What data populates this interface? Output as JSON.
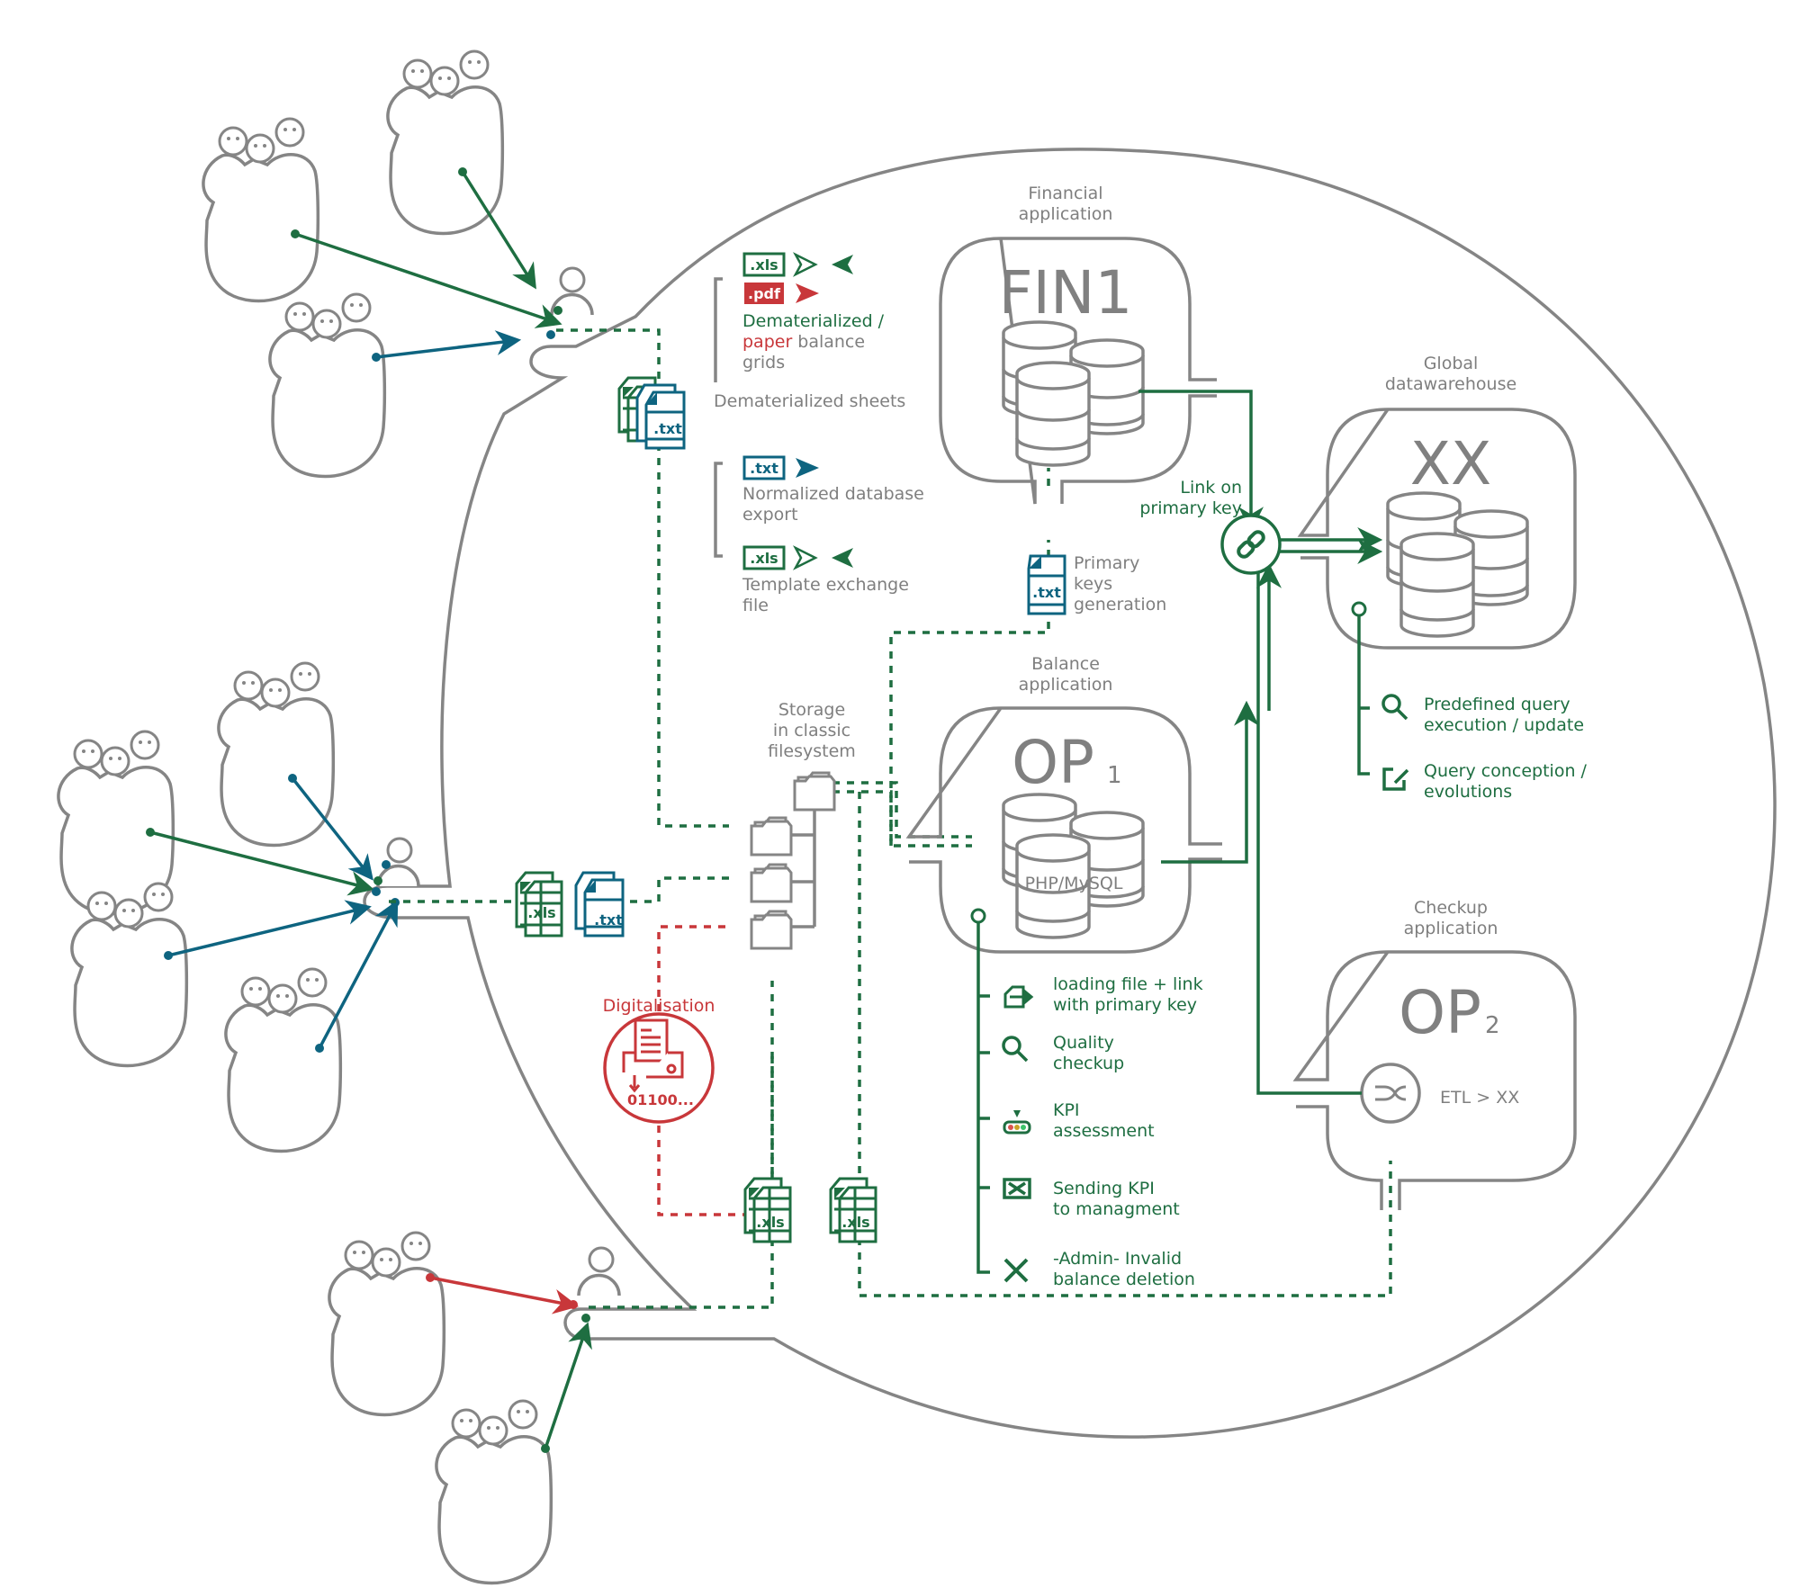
{
  "colors": {
    "green": "#1e6e41",
    "blue": "#0e6480",
    "red": "#c8373a",
    "gray": "#858585",
    "kpi_red": "#d9534f",
    "kpi_yellow": "#c9a227",
    "kpi_green": "#3cc36a"
  },
  "legend": {
    "group_label": "Dematerialized sheets",
    "items": [
      {
        "badges": [
          ".xls",
          ".pdf"
        ],
        "label_part1": "Dematerialized /",
        "label_part2_red": "paper",
        "label_part3": "balance",
        "label_part4": "grids"
      },
      {
        "badges": [
          ".txt"
        ],
        "label_line1": "Normalized database",
        "label_line2": "export"
      },
      {
        "badges": [
          ".xls"
        ],
        "label_line1": "Template exchange",
        "label_line2": "file"
      }
    ]
  },
  "apps": {
    "fin": {
      "caption_line1": "Financial",
      "caption_line2": "application",
      "title": "FIN1"
    },
    "xx": {
      "caption_line1": "Global",
      "caption_line2": "datawarehouse",
      "title": "XX"
    },
    "op1": {
      "caption_line1": "Balance",
      "caption_line2": "application",
      "title": "OP",
      "subscript": "1",
      "db_label": "PHP/MySQL"
    },
    "op2": {
      "caption_line1": "Checkup",
      "caption_line2": "application",
      "title": "OP",
      "subscript": "2",
      "etl_label": "ETL > XX"
    }
  },
  "link": {
    "line1": "Link on",
    "line2": "primary key"
  },
  "primary_keys": {
    "badge": ".txt",
    "line1": "Primary",
    "line2": "keys",
    "line3": "generation"
  },
  "storage": {
    "line1": "Storage",
    "line2": "in classic",
    "line3": "filesystem"
  },
  "digitalisation": {
    "label": "Digitalisation",
    "binary": "01100..."
  },
  "file_badges": {
    "xls": ".xls",
    "txt": ".txt"
  },
  "op1_features": [
    {
      "icon": "upload-file-icon",
      "line1": "loading file + link",
      "line2": "with primary key"
    },
    {
      "icon": "magnifier-icon",
      "line1": "Quality",
      "line2": "checkup"
    },
    {
      "icon": "traffic-light-icon",
      "line1": "KPI",
      "line2": "assessment"
    },
    {
      "icon": "envelope-icon",
      "line1": "Sending KPI",
      "line2": "to managment"
    },
    {
      "icon": "delete-x-icon",
      "line1": "-Admin- Invalid",
      "line2": "balance deletion"
    }
  ],
  "xx_features": [
    {
      "icon": "magnifier-icon",
      "line1": "Predefined query",
      "line2": "execution / update"
    },
    {
      "icon": "edit-icon",
      "line1": "Query conception /",
      "line2": "evolutions"
    }
  ]
}
